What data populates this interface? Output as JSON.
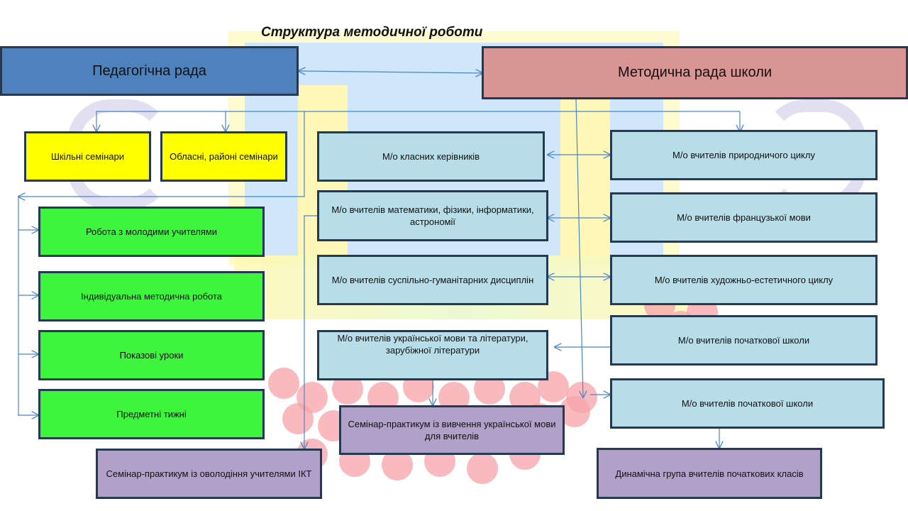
{
  "title": "Структура методичної роботи",
  "colors": {
    "pedagogical_council": "#4f81bd",
    "methodical_council": "#d99594",
    "seminars": "#ffff00",
    "activities": "#3cf53c",
    "associations": "#b7dde8",
    "workshops": "#b1a0c7",
    "connector": "#4a86c8",
    "border": "#253a52"
  },
  "nodes": {
    "pedagogical_council": "Педагогічна рада",
    "methodical_council": "Методична рада школи",
    "school_seminars": "Шкільні семінари",
    "regional_seminars": "Обласні, районі семінари",
    "young_teachers": "Робота з молодими учителями",
    "individual_work": "Індивідуальна методична робота",
    "demo_lessons": "Показові уроки",
    "subject_weeks": "Предметні тижні",
    "ict_workshop": "Семінар-практикум із оволодіння учителями ІКТ",
    "class_teachers": "М/о класних керівників",
    "math_physics": "М/о вчителів математики, фізики, інформатики, астрономії",
    "humanities": "М/о вчителів суспільно-гуманітарних дисциплін",
    "ukrainian_lit": "М/о вчителів української мови та літератури, зарубіжної літератури",
    "ukrainian_workshop": "Семінар-практикум із вивчення української мови для вчителів",
    "natural_sciences": "М/о вчителів природничого циклу",
    "french": "М/о вчителів французької мови",
    "arts": "М/о вчителів художньо-естетичного циклу",
    "primary_1": "М/о вчителів початкової школи",
    "primary_2": "М/о вчителів початкової школи",
    "primary_dynamic_group": "Динамічна група вчителів початкових класів"
  }
}
